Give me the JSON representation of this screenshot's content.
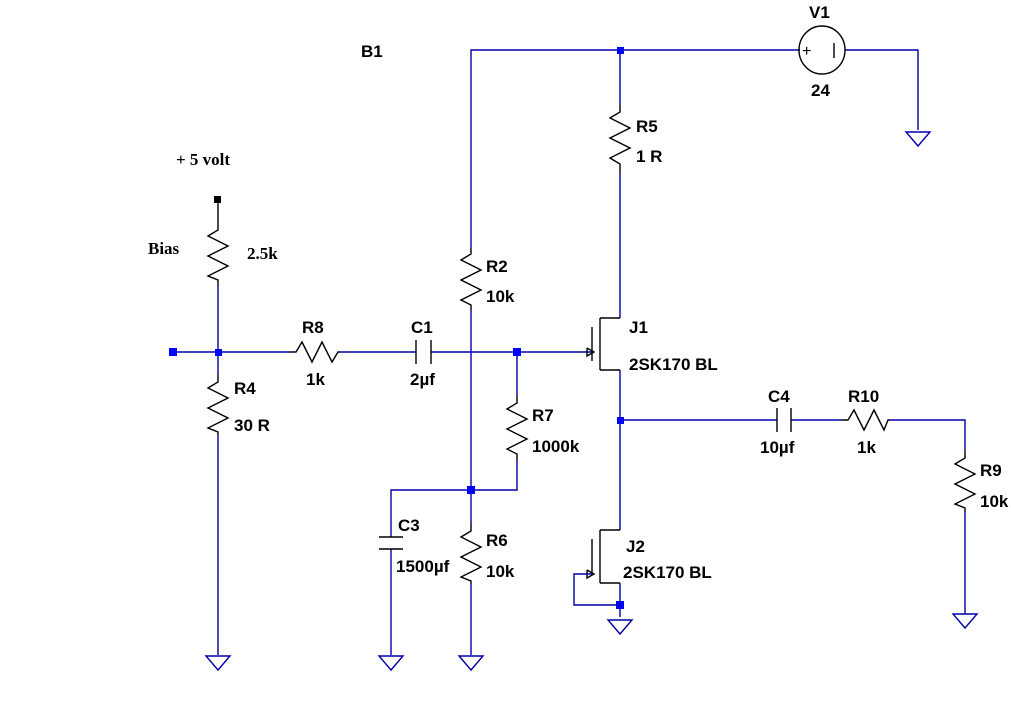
{
  "title": "B1",
  "supply_note": "+ 5  volt",
  "bias": {
    "name": "Bias",
    "value": "2.5k"
  },
  "components": {
    "V1": {
      "name": "V1",
      "value": "24"
    },
    "R5": {
      "name": "R5",
      "value": "1 R"
    },
    "R2": {
      "name": "R2",
      "value": "10k"
    },
    "R8": {
      "name": "R8",
      "value": "1k"
    },
    "C1": {
      "name": "C1",
      "value": "2µf"
    },
    "J1": {
      "name": "J1",
      "value": "2SK170 BL"
    },
    "R4": {
      "name": "R4",
      "value": "30 R"
    },
    "R7": {
      "name": "R7",
      "value": "1000k"
    },
    "C4": {
      "name": "C4",
      "value": "10µf"
    },
    "R10": {
      "name": "R10",
      "value": "1k"
    },
    "R9": {
      "name": "R9",
      "value": "10k"
    },
    "C3": {
      "name": "C3",
      "value": "1500µf"
    },
    "R6": {
      "name": "R6",
      "value": "10k"
    },
    "J2": {
      "name": "J2",
      "value": "2SK170 BL"
    }
  },
  "colors": {
    "wire": "#0000a8",
    "component": "#000000",
    "junction": "#0000ff"
  }
}
